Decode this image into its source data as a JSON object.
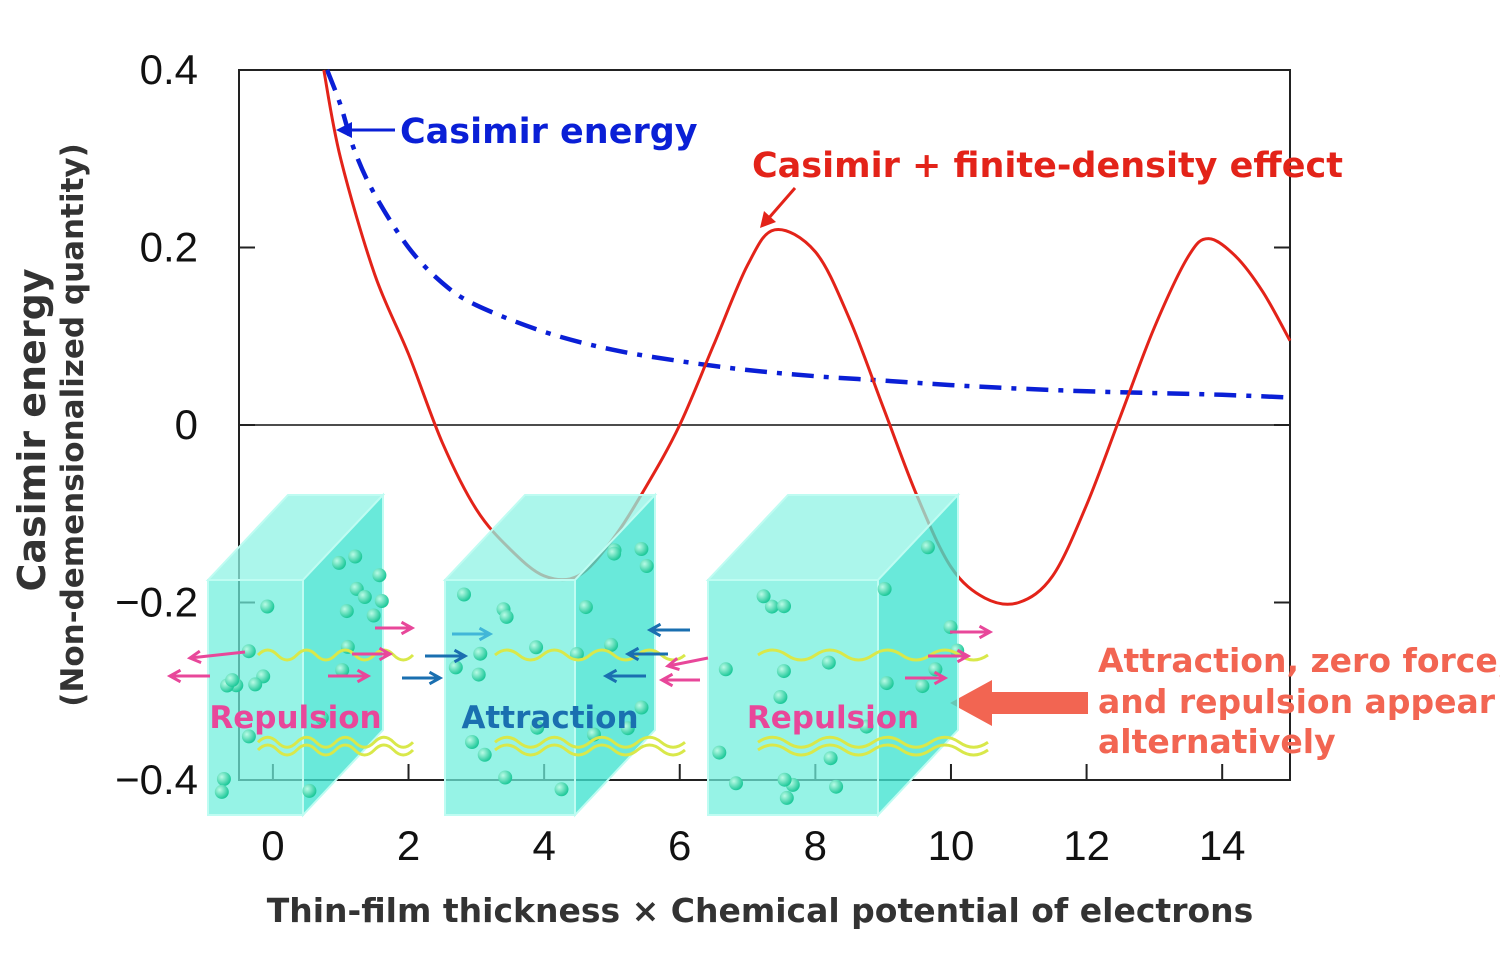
{
  "chart_data": {
    "type": "line",
    "xlabel": "Thin-film thickness × Chemical potential of electrons",
    "ylabel_line1": "Casimir energy",
    "ylabel_line2": "(Non-demensionalized quantity)",
    "xlim": [
      -0.5,
      15
    ],
    "ylim": [
      -0.4,
      0.4
    ],
    "xticks": [
      0,
      2,
      4,
      6,
      8,
      10,
      12,
      14
    ],
    "xtick_labels": [
      "0",
      "2",
      "4",
      "6",
      "8",
      "10",
      "12",
      "14"
    ],
    "yticks": [
      -0.4,
      -0.2,
      0,
      0.2,
      0.4
    ],
    "ytick_labels": [
      "−0.4",
      "−0.2",
      "0",
      "0.2",
      "0.4"
    ],
    "zero_line": true,
    "grid": false,
    "series": [
      {
        "name": "Casimir energy",
        "color": "#0a1fd6",
        "style": "dash-dot",
        "x": [
          0.8,
          1.0,
          1.2,
          1.5,
          2.0,
          2.5,
          3.0,
          4.0,
          5.0,
          6.0,
          7.0,
          8.0,
          9.0,
          10.0,
          11.0,
          12.0,
          13.0,
          14.0,
          15.0
        ],
        "y": [
          0.4,
          0.36,
          0.31,
          0.26,
          0.2,
          0.16,
          0.135,
          0.105,
          0.085,
          0.072,
          0.062,
          0.055,
          0.05,
          0.045,
          0.041,
          0.038,
          0.036,
          0.034,
          0.031
        ]
      },
      {
        "name": "Casimir + finite-density effect",
        "color": "#e32319",
        "style": "solid",
        "x": [
          0.75,
          1.0,
          1.5,
          2.0,
          2.5,
          3.0,
          3.5,
          4.0,
          4.5,
          5.0,
          5.5,
          6.0,
          6.5,
          7.0,
          7.4,
          8.0,
          8.5,
          9.0,
          9.5,
          10.0,
          10.5,
          11.0,
          11.5,
          12.0,
          12.5,
          13.0,
          13.5,
          13.8,
          14.2,
          14.6,
          15.0
        ],
        "y": [
          0.4,
          0.3,
          0.17,
          0.08,
          -0.02,
          -0.095,
          -0.14,
          -0.17,
          -0.17,
          -0.13,
          -0.07,
          0.0,
          0.09,
          0.18,
          0.22,
          0.195,
          0.12,
          0.02,
          -0.08,
          -0.16,
          -0.195,
          -0.2,
          -0.17,
          -0.09,
          0.01,
          0.11,
          0.19,
          0.21,
          0.19,
          0.15,
          0.095
        ]
      }
    ],
    "annotations": [
      {
        "text": "Casimir energy",
        "color": "#0a1fd6"
      },
      {
        "text": "Casimir + finite-density effect",
        "color": "#e32319"
      },
      {
        "lines": [
          "Attraction, zero force,",
          "and repulsion appear",
          "alternatively"
        ],
        "color": "#f26552"
      }
    ],
    "inset_boxes": [
      {
        "label": "Repulsion",
        "label_color": "#e8479a"
      },
      {
        "label": "Attraction",
        "label_color": "#1a6fb0"
      },
      {
        "label": "Repulsion",
        "label_color": "#e8479a"
      }
    ]
  }
}
